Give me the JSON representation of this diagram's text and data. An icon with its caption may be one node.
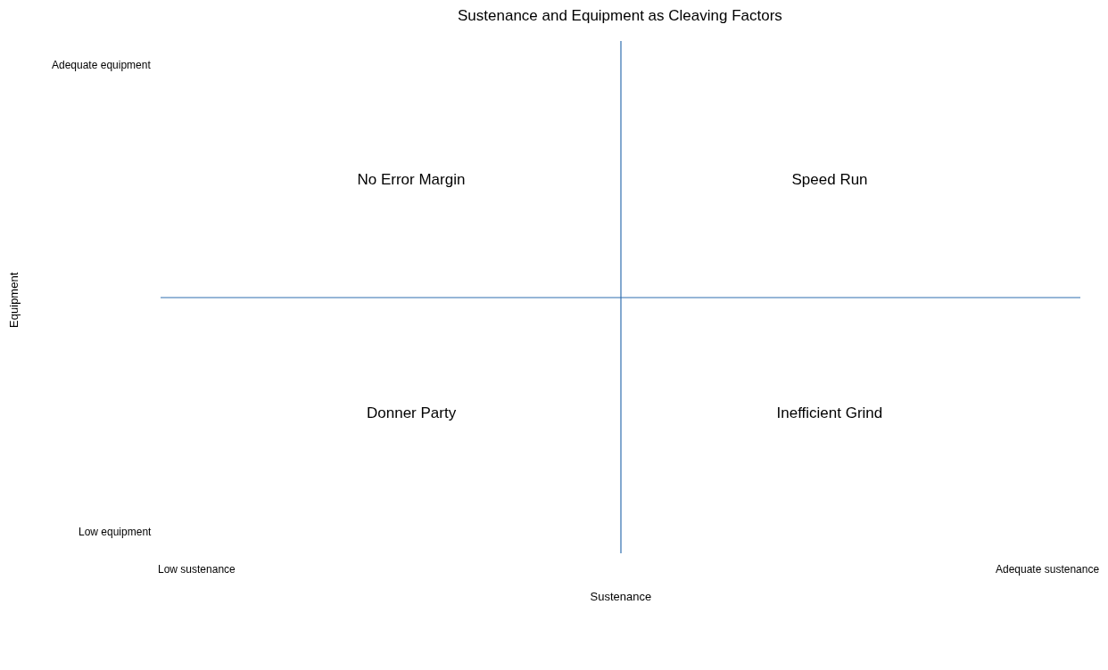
{
  "diagram": {
    "title": "Sustenance and Equipment as Cleaving Factors",
    "labels": [
      "Adequate equipment",
      "No Error Margin",
      "Speed Run",
      "Equipment",
      "Donner Party",
      "Inefficient Grind",
      "Low equipment",
      "Low sustenance",
      "Adequate sustenance",
      "Sustenance"
    ]
  }
}
